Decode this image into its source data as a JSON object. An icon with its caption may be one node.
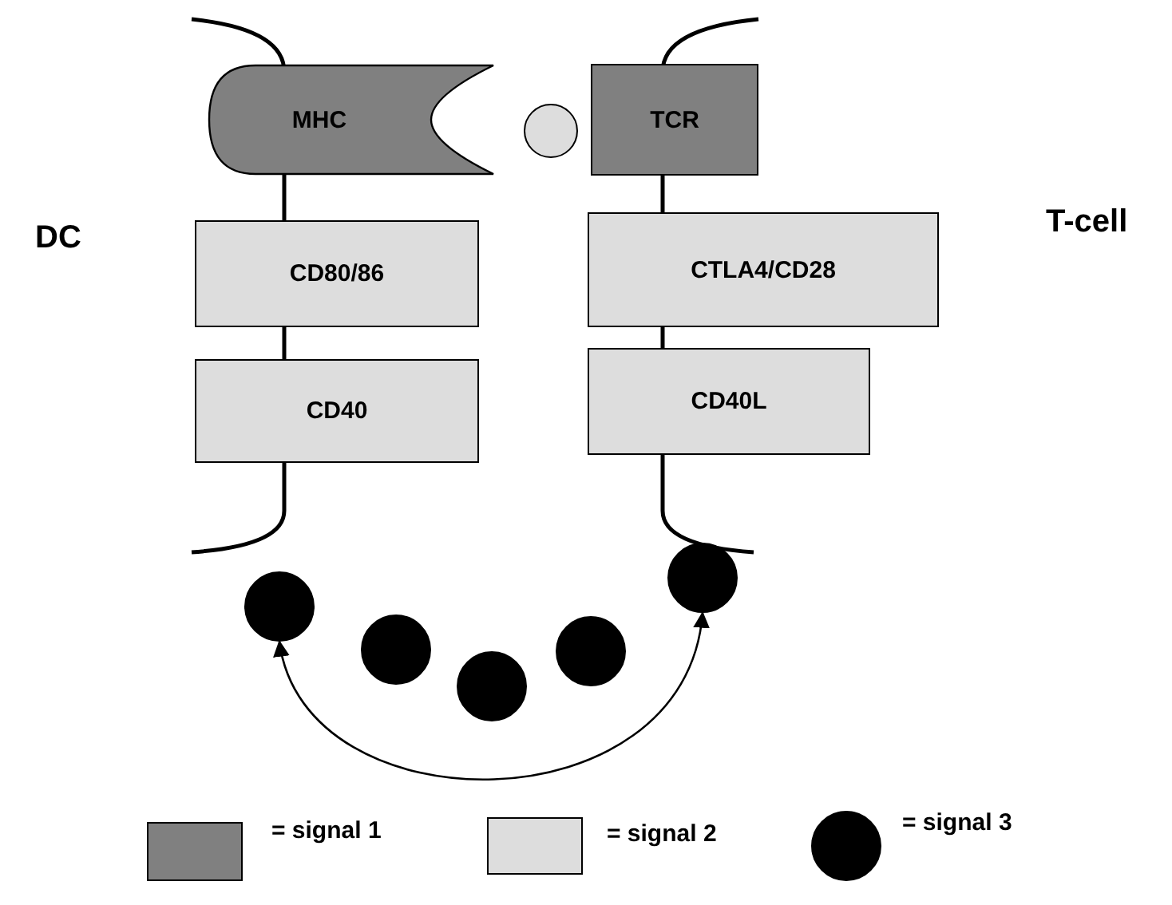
{
  "diagram": {
    "nodes": [
      {
        "text": [
          "MHC"
        ]
      },
      {
        "text": [],
        "shape": "circle"
      },
      {
        "text": [
          "TCR"
        ]
      },
      {
        "text": [
          "CD80/86"
        ]
      },
      {
        "text": [
          "CTLA4/CD28"
        ]
      },
      {
        "text": [
          "CD40"
        ]
      },
      {
        "text": [
          "CD40L"
        ]
      },
      {
        "text": [],
        "shape": "circle"
      },
      {
        "text": [],
        "shape": "circle"
      },
      {
        "text": [],
        "shape": "circle"
      },
      {
        "text": [],
        "shape": "circle"
      },
      {
        "text": [],
        "shape": "circle"
      }
    ],
    "edges": [
      {
        "from": 7,
        "to": 11,
        "arrow": "both"
      }
    ],
    "labels": [
      "DC",
      "T-cell"
    ],
    "legend": [
      {
        "text": "= signal 1",
        "color": "#808080"
      },
      {
        "text": "= signal 2",
        "color": "#dddddd"
      },
      {
        "text": "= signal 3"
      }
    ]
  }
}
